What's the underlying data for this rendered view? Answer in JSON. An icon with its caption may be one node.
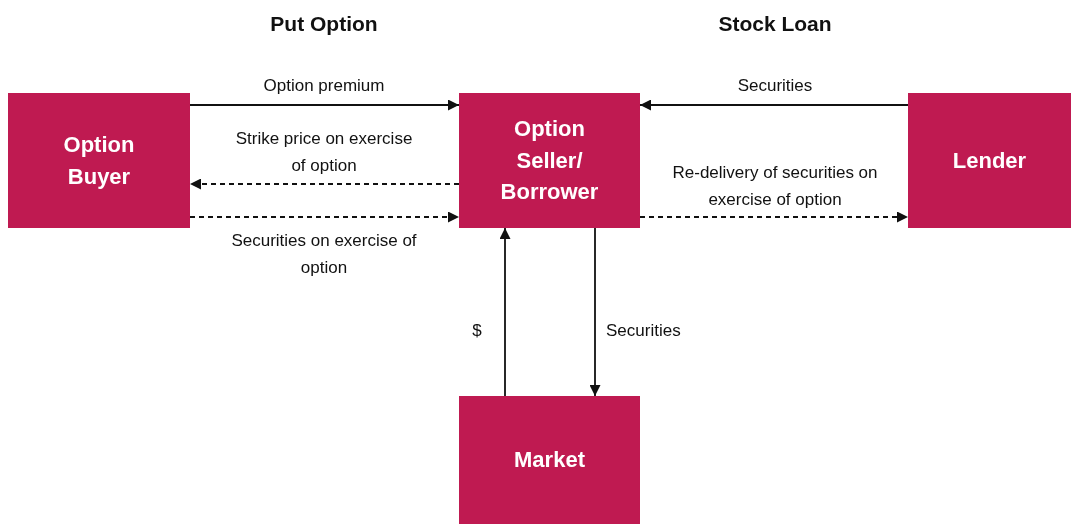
{
  "diagram": {
    "nodes": [
      {
        "text": [
          "Option Buyer"
        ]
      },
      {
        "text": [
          "Option Seller/ Borrower"
        ]
      },
      {
        "text": [
          "Lender"
        ]
      },
      {
        "text": [
          "Market"
        ]
      }
    ],
    "edges": [
      {
        "from": 0,
        "to": 1,
        "arrow": "to",
        "label": "Option premium"
      },
      {
        "from": 1,
        "to": 0,
        "arrow": "to",
        "style": "dashed",
        "label": "Strike price on exercise of option"
      },
      {
        "from": 0,
        "to": 1,
        "arrow": "to",
        "style": "dashed",
        "label": "Securities on exercise of option"
      },
      {
        "from": 2,
        "to": 1,
        "arrow": "to",
        "label": "Securities"
      },
      {
        "from": 1,
        "to": 2,
        "arrow": "to",
        "style": "dashed",
        "label": "Re-delivery of securities on exercise of option"
      },
      {
        "from": 3,
        "to": 1,
        "arrow": "to",
        "label": "$"
      },
      {
        "from": 1,
        "to": 3,
        "arrow": "to",
        "label": "Securities"
      }
    ],
    "labels": [
      "Put Option",
      "Stock Loan"
    ]
  }
}
